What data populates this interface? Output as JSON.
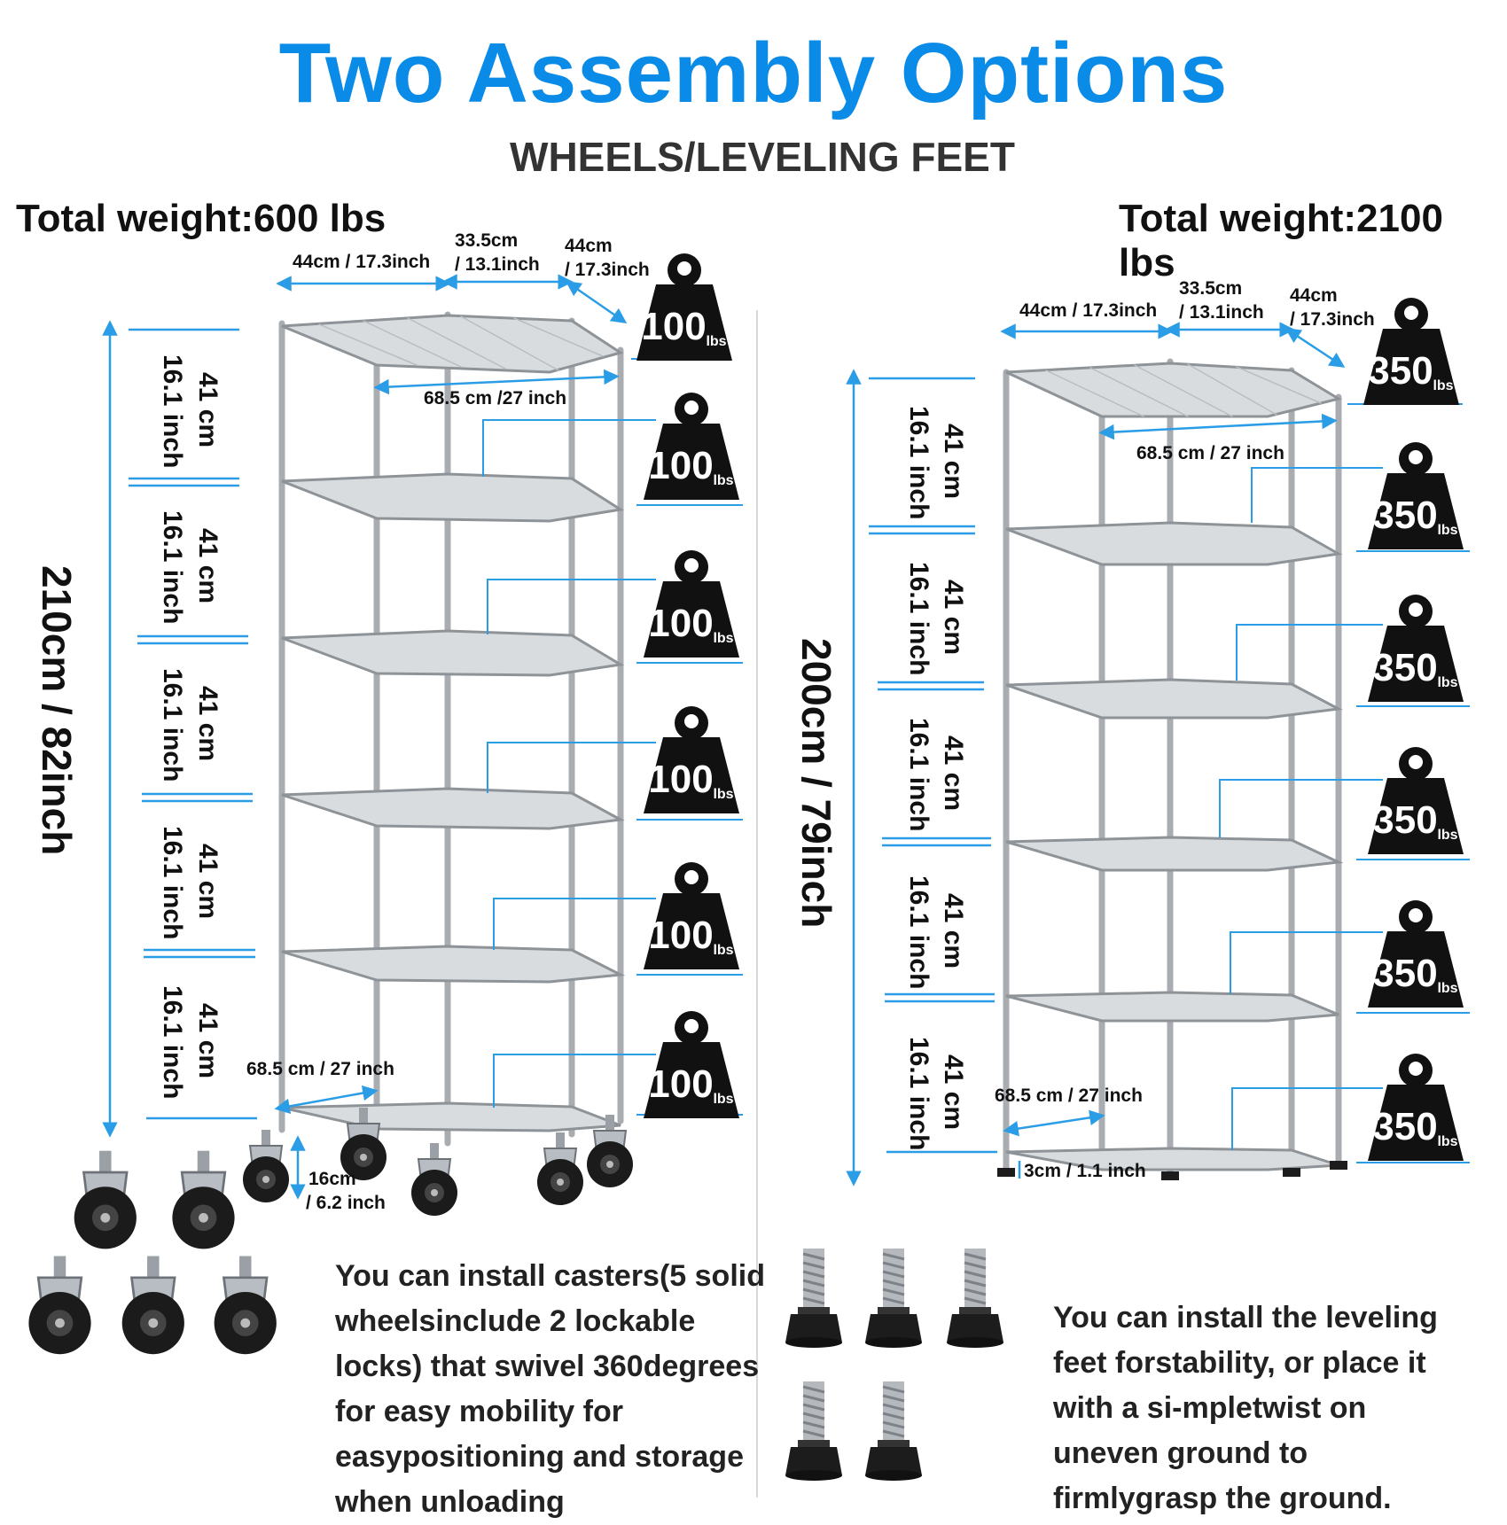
{
  "title": "Two Assembly Options",
  "subtitle": "WHEELS/LEVELING FEET",
  "left": {
    "total_weight": "Total weight:600 lbs",
    "total_height": "210cm / 82inch",
    "dim_width": "44cm / 17.3inch",
    "dim_mid_1": "33.5cm",
    "dim_mid_2": "/ 13.1inch",
    "dim_side_1": "44cm",
    "dim_side_2": "/ 17.3inch",
    "dim_diag_top": "68.5 cm /27 inch",
    "dim_diag_bottom": "68.5 cm / 27 inch",
    "wheel_height_1": "16cm",
    "wheel_height_2": "/ 6.2 inch",
    "gap_cm": "41 cm",
    "gap_inch": "16.1 inch",
    "shelf_load_value": "100",
    "shelf_load_unit": "lbs",
    "description": "You can install casters(5 solid wheelsinclude 2 lockable locks) that swivel 360degrees for easy mobility for easypositioning and storage when unloading"
  },
  "right": {
    "total_weight": "Total weight:2100 lbs",
    "total_height": "200cm / 79inch",
    "dim_width": "44cm / 17.3inch",
    "dim_mid_1": "33.5cm",
    "dim_mid_2": "/ 13.1inch",
    "dim_side_1": "44cm",
    "dim_side_2": "/ 17.3inch",
    "dim_diag_top": "68.5 cm / 27 inch",
    "dim_diag_bottom": "68.5 cm / 27 inch",
    "feet_height": "3cm / 1.1 inch",
    "gap_cm": "41 cm",
    "gap_inch": "16.1 inch",
    "shelf_load_value": "350",
    "shelf_load_unit": "lbs",
    "description": "You can install the leveling feet forstability, or place it with a si-mpletwist on uneven ground to firmlygrasp the ground."
  },
  "colors": {
    "accent": "#0a8be8",
    "dimension_line": "#2a9de6",
    "weight_icon": "#111111",
    "chrome": "#a9adb2"
  }
}
